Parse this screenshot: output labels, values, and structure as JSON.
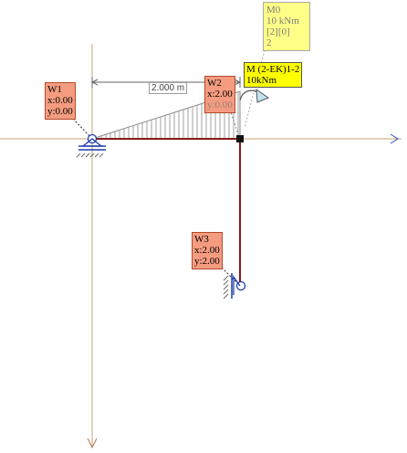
{
  "view": {
    "axis_color": "#c8a46e",
    "beam_color": "#8b1a1a",
    "support_color": "#1f3fae",
    "node_color": "#f59c80"
  },
  "dimension": {
    "label": "2.000 m"
  },
  "nodes": [
    {
      "id": "W1",
      "x_label": "x:0.00",
      "y_label": "y:0.00"
    },
    {
      "id": "W2",
      "x_label": "x:2.00",
      "y_label": "y:0.00"
    },
    {
      "id": "W3",
      "x_label": "x:2.00",
      "y_label": "y:2.00"
    }
  ],
  "moment_load": {
    "name": "M  (2-EK)1-2",
    "value": "10kNm"
  },
  "load_preview": {
    "line1": "M0",
    "line2": "10  kNm",
    "line3": "[2][0]",
    "line4": "2"
  },
  "icons": {
    "pin_support": "pin-support-icon",
    "roller_support": "roller-support-icon",
    "moment_arrow": "moment-arrow-icon",
    "rigid_joint": "rigid-joint-icon"
  }
}
